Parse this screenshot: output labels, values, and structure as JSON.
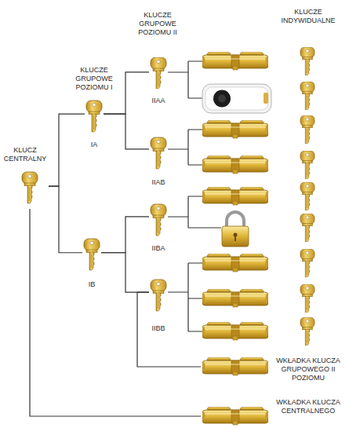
{
  "diagram": {
    "nodes": [
      {
        "text": [
          "KLUCZ CENTRALNY"
        ]
      },
      {
        "text": [
          "IA"
        ]
      },
      {
        "text": [
          "IB"
        ]
      },
      {
        "text": [
          "IIAA"
        ]
      },
      {
        "text": [
          "IIAB"
        ]
      },
      {
        "text": [
          "IIBA"
        ]
      },
      {
        "text": [
          "IIBB"
        ]
      },
      {
        "text": [
          "WKŁADKA KLUCZA GRUPOWEGO II POZIOMU"
        ]
      },
      {
        "text": [
          "WKŁADKA KLUCZA CENTRALNEGO"
        ]
      }
    ],
    "edges": [
      {
        "from": 0,
        "to": 1,
        "arrow": "none"
      },
      {
        "from": 0,
        "to": 2,
        "arrow": "none"
      },
      {
        "from": 1,
        "to": 3,
        "arrow": "none"
      },
      {
        "from": 1,
        "to": 4,
        "arrow": "none"
      },
      {
        "from": 2,
        "to": 5,
        "arrow": "none"
      },
      {
        "from": 2,
        "to": 6,
        "arrow": "none"
      },
      {
        "from": 6,
        "to": 7,
        "arrow": "none"
      },
      {
        "from": 0,
        "to": 8,
        "arrow": "none"
      }
    ],
    "labels": [
      "KLUCZE GRUPOWE POZIOMU I",
      "KLUCZE GRUPOWE POZIOMU II",
      "KLUCZE INDYWIDUALNE"
    ]
  }
}
